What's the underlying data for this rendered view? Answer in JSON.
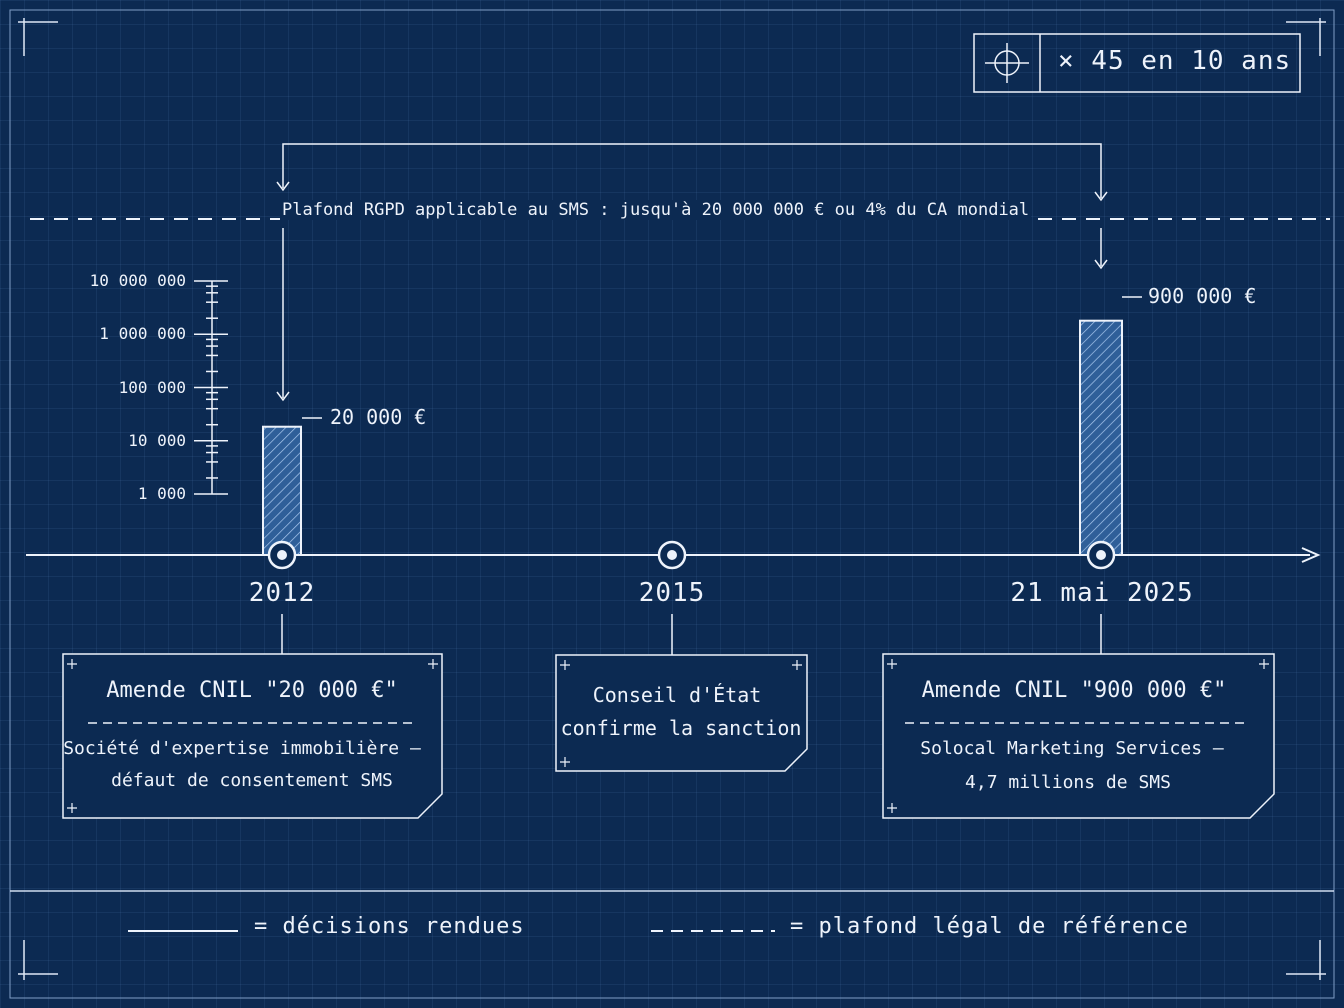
{
  "badge": {
    "icon": "crosshair-icon",
    "label": "× 45 en 10 ans"
  },
  "cap": {
    "label": "Plafond RGPD applicable au SMS : jusqu'à 20 000 000 € ou 4% du CA mondial"
  },
  "scale": {
    "type": "log",
    "ticks": [
      "10 000 000",
      "1 000 000",
      "100 000",
      "10 000",
      "1 000"
    ]
  },
  "events": [
    {
      "year": "2012",
      "amount_value": 20000,
      "amount_label": "20 000 €",
      "box": {
        "title": "Amende CNIL \"20 000 €\"",
        "line1": "Société d'expertise immobilière —",
        "line2": "défaut de consentement SMS"
      }
    },
    {
      "year": "2015",
      "box": {
        "line1": "Conseil d'État",
        "line2": "confirme la sanction"
      }
    },
    {
      "year": "21 mai 2025",
      "amount_value": 900000,
      "amount_label": "900 000 €",
      "box": {
        "title": "Amende CNIL \"900 000 €\"",
        "line1": "Solocal Marketing Services —",
        "line2": "4,7 millions de SMS"
      }
    }
  ],
  "legend": {
    "solid": "= décisions rendues",
    "dashed": "= plafond légal de référence"
  },
  "colors": {
    "background": "#0c2a52",
    "line": "#eef3fb",
    "bar_fill": "#2f5f99"
  }
}
